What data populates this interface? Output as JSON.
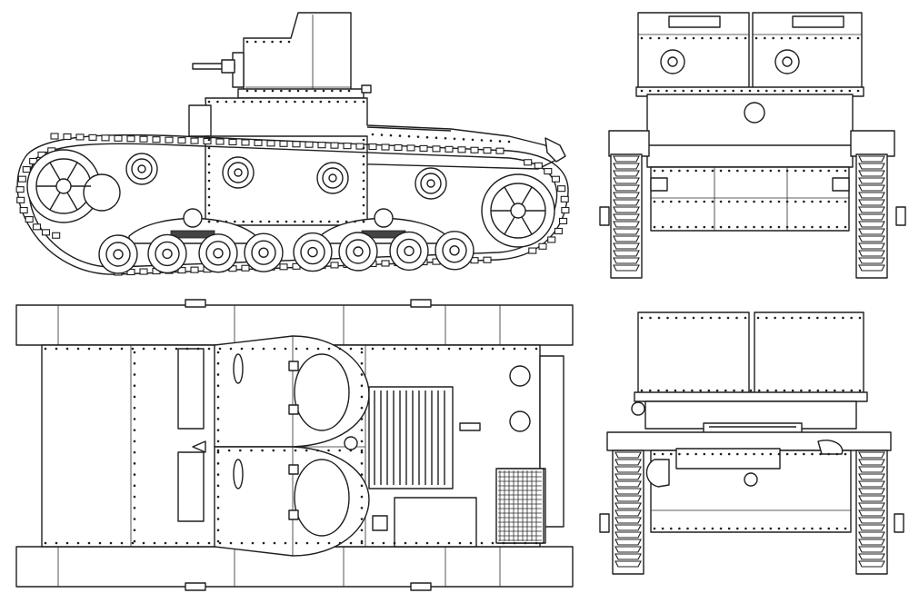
{
  "drawing": {
    "colors": {
      "line": "#1e1e1e",
      "paper": "#ffffff"
    },
    "views": [
      {
        "name": "side-view"
      },
      {
        "name": "front-view"
      },
      {
        "name": "top-view"
      },
      {
        "name": "rear-view"
      }
    ]
  }
}
